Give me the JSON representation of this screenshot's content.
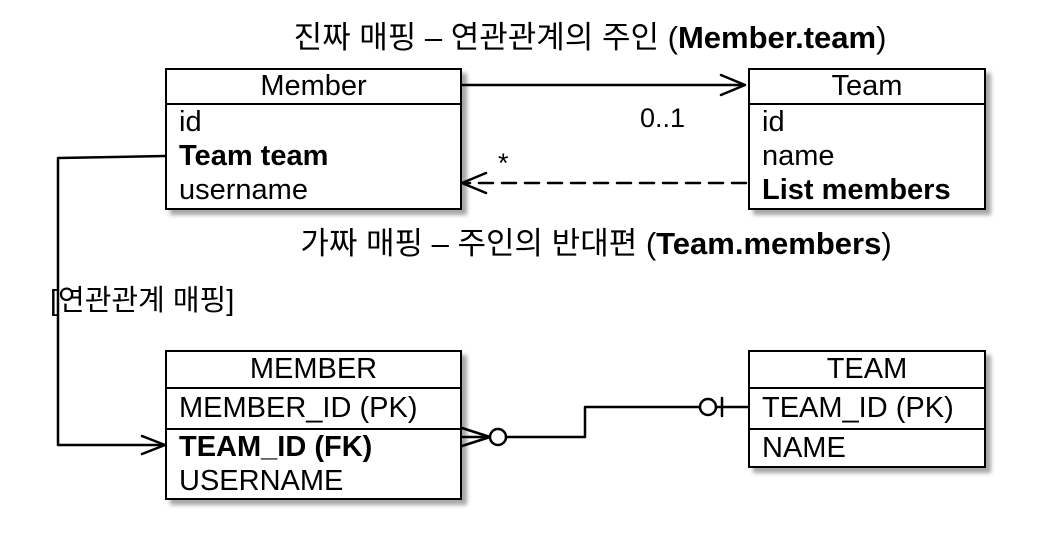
{
  "captions": {
    "top": {
      "prefix": "진짜 매핑 – 연관관계의 주인 (",
      "bold": "Member.team",
      "suffix": ")"
    },
    "bottom": {
      "prefix": "가짜 매핑 – 주인의 반대편 (",
      "bold": "Team.members",
      "suffix": ")"
    },
    "mapping_label": "[연관관계 매핑]"
  },
  "object_model": {
    "member": {
      "name": "Member",
      "fields": [
        "id",
        "Team team",
        "username"
      ]
    },
    "team": {
      "name": "Team",
      "fields": [
        "id",
        "name",
        "List members"
      ]
    },
    "multiplicity_to_team": "0..1",
    "multiplicity_to_member": "*"
  },
  "table_model": {
    "member_table": {
      "name": "MEMBER",
      "pk": "MEMBER_ID (PK)",
      "columns": [
        "TEAM_ID (FK)",
        "USERNAME"
      ]
    },
    "team_table": {
      "name": "TEAM",
      "pk": "TEAM_ID (PK)",
      "columns": [
        "NAME"
      ]
    }
  }
}
